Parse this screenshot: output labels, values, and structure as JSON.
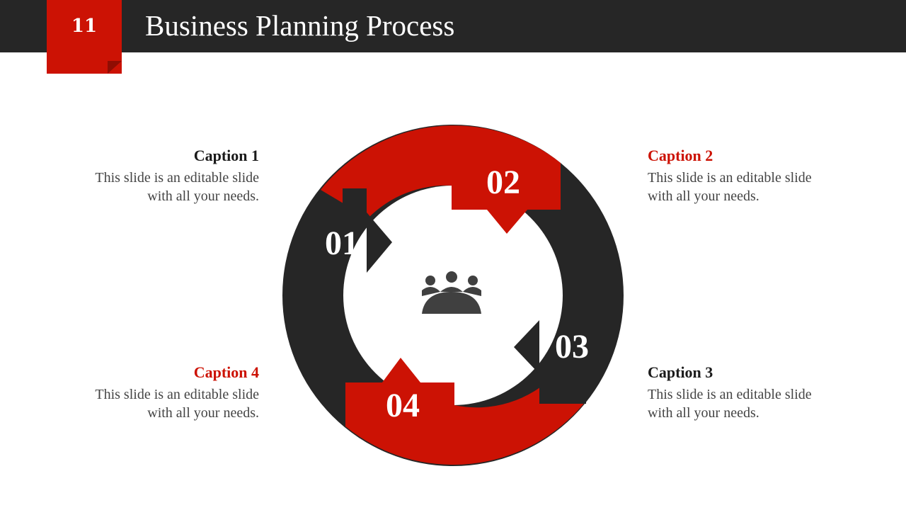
{
  "slide": {
    "number": "11",
    "title": "Business Planning Process"
  },
  "diagram": {
    "segments": [
      {
        "label": "01",
        "color": "#262626"
      },
      {
        "label": "02",
        "color": "#cc1204"
      },
      {
        "label": "03",
        "color": "#262626"
      },
      {
        "label": "04",
        "color": "#cc1204"
      }
    ],
    "center_icon": "meeting-group-icon"
  },
  "captions": [
    {
      "title": "Caption 1",
      "line1": "This slide is an editable slide",
      "line2": "with all your needs."
    },
    {
      "title": "Caption 2",
      "line1": "This slide is an editable slide",
      "line2": "with all your needs."
    },
    {
      "title": "Caption 3",
      "line1": "This slide is an editable slide",
      "line2": "with all your needs."
    },
    {
      "title": "Caption 4",
      "line1": "This slide is an editable slide",
      "line2": "with all your needs."
    }
  ],
  "colors": {
    "accent": "#cc1204",
    "dark": "#262626",
    "background": "#ffffff"
  }
}
